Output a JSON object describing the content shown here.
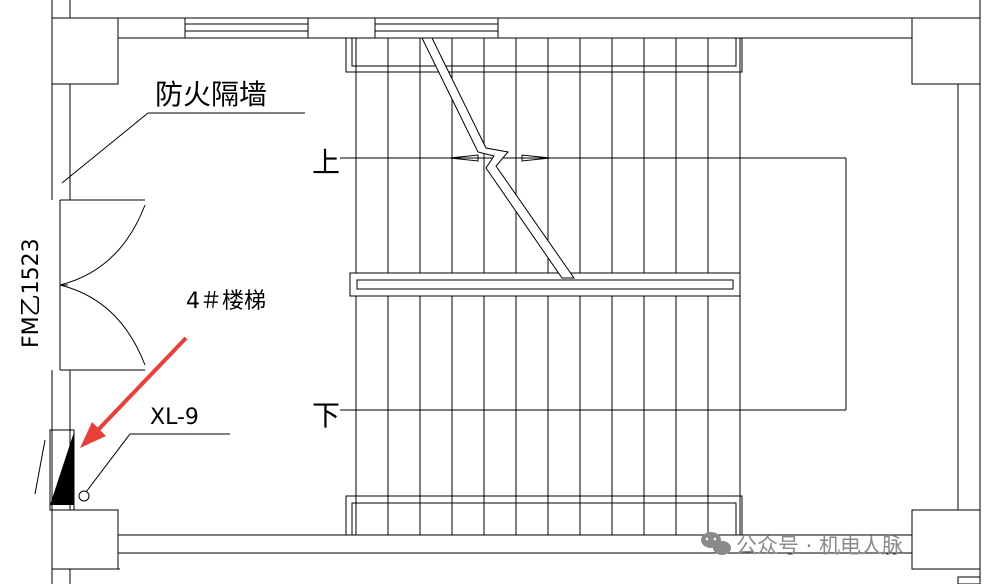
{
  "labels": {
    "firewall": "防火隔墙",
    "stair": "4＃楼梯",
    "up": "上",
    "down": "下",
    "door": "FM乙1523",
    "equipment": "XL-9"
  },
  "watermark": {
    "text": "公众号 · 机电人脉",
    "icon": "wechat-icon"
  },
  "colors": {
    "line": "#000000",
    "arrow": "#e8403a",
    "watermark": "#8a8a8a"
  }
}
